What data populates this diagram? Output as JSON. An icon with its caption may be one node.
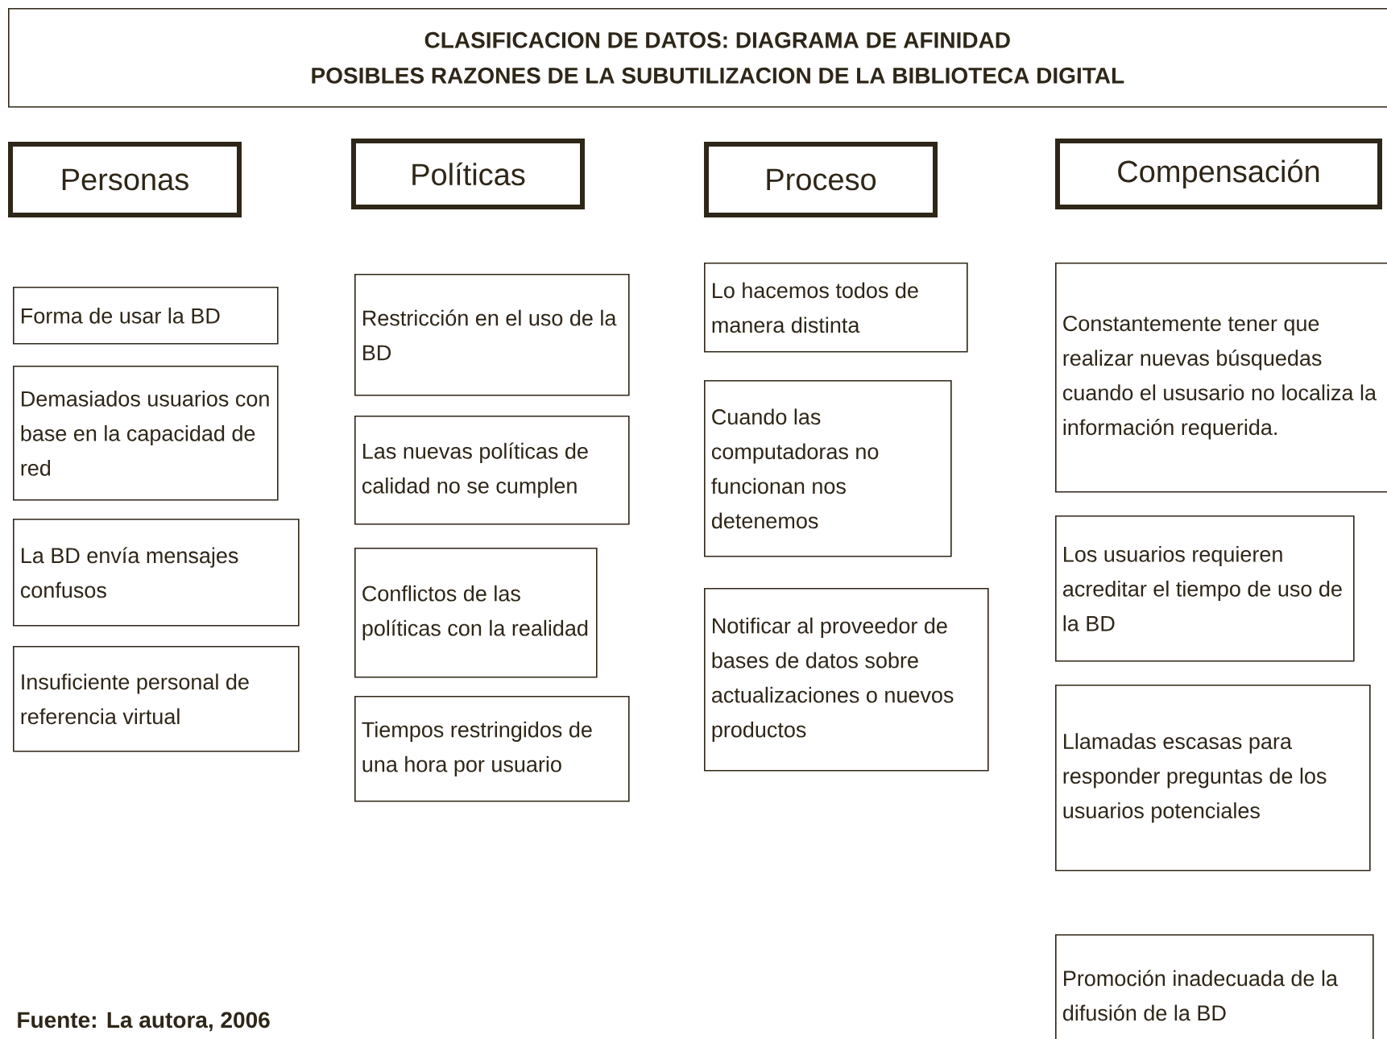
{
  "diagram": {
    "caption": "Fuente: La autora, 2006",
    "nodes": [
      {
        "text": [
          "CLASIFICACION DE DATOS: DIAGRAMA DE AFINIDAD",
          "POSIBLES RAZONES DE LA SUBUTILIZACION DE LA BIBLIOTECA DIGITAL"
        ]
      },
      {
        "text": [
          "Personas"
        ]
      },
      {
        "text": [
          "Políticas"
        ]
      },
      {
        "text": [
          "Proceso"
        ]
      },
      {
        "text": [
          "Compensación"
        ]
      },
      {
        "text": [
          "Forma de usar la BD"
        ]
      },
      {
        "text": [
          "Demasiados usuarios con base en la capacidad de red"
        ]
      },
      {
        "text": [
          "La BD envía mensajes confusos"
        ]
      },
      {
        "text": [
          "Insuficiente personal de referencia virtual"
        ]
      },
      {
        "text": [
          "Restricción en el uso de la BD"
        ]
      },
      {
        "text": [
          "Las nuevas políticas de calidad no se cumplen"
        ]
      },
      {
        "text": [
          "Conflictos de las políticas con la realidad"
        ]
      },
      {
        "text": [
          "Tiempos restringidos de una hora por usuario"
        ]
      },
      {
        "text": [
          "Lo hacemos todos de manera distinta"
        ]
      },
      {
        "text": [
          "Cuando las computadoras no funcionan nos detenemos"
        ]
      },
      {
        "text": [
          "Notificar al proveedor de bases de datos sobre actualizaciones o nuevos productos"
        ]
      },
      {
        "text": [
          "Constantemente tener que realizar nuevas búsquedas cuando el ususario no localiza la información requerida."
        ]
      },
      {
        "text": [
          "Los usuarios requieren acreditar el tiempo de uso de la BD"
        ]
      },
      {
        "text": [
          "Llamadas escasas para responder preguntas de los usuarios potenciales"
        ]
      },
      {
        "text": [
          "Promoción inadecuada de la difusión de la BD"
        ]
      }
    ]
  }
}
